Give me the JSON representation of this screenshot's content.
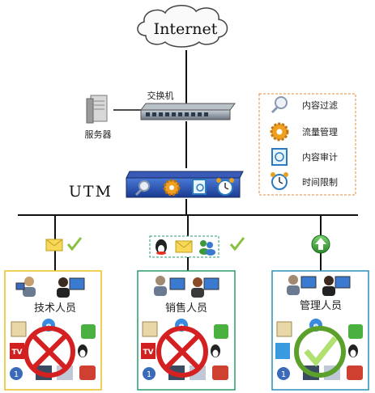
{
  "diagram": {
    "internet_label": "Internet",
    "switch_label": "交换机",
    "server_label": "服务器",
    "utm_label": "UTM",
    "legend": [
      {
        "label": "内容过滤",
        "icon": "magnifier-icon"
      },
      {
        "label": "流量管理",
        "icon": "gear-icon"
      },
      {
        "label": "内容审计",
        "icon": "audit-icon"
      },
      {
        "label": "时间限制",
        "icon": "alarm-clock-icon"
      }
    ],
    "groups": [
      {
        "label": "技术人员",
        "border_color": "#e8c020",
        "blocked": true
      },
      {
        "label": "销售人员",
        "border_color": "#2a9a6a",
        "blocked": true
      },
      {
        "label": "管理人员",
        "border_color": "#2a8fb8",
        "blocked": false
      }
    ],
    "colors": {
      "legend_border": "#e8883a",
      "network_line": "#111111",
      "block_red": "#d42020",
      "allow_green": "#5aa02a"
    }
  }
}
